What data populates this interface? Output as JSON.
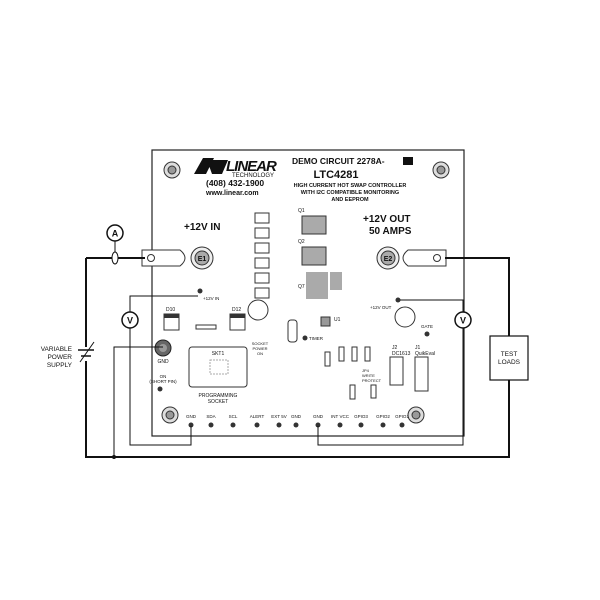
{
  "board": {
    "logo": "LINEAR TECHNOLOGY",
    "title": "DEMO CIRCUIT 2278A-",
    "part": "LTC4281",
    "subtitle": [
      "HIGH CURRENT HOT SWAP CONTROLLER",
      "WITH I2C COMPATIBLE MONITORING",
      "AND EEPROM"
    ],
    "phone": "(408) 432-1900",
    "web": "www.linear.com",
    "in_label": "+12V IN",
    "out_label": [
      "+12V OUT",
      "50 AMPS"
    ],
    "terminals": {
      "e1": "E1",
      "e2": "E2"
    },
    "components": {
      "q1": "Q1",
      "q2": "Q2",
      "q7": "Q7",
      "u1": "U1",
      "d10": "D10",
      "d12": "D12",
      "skt1": "SKT1"
    },
    "small_labels": {
      "in_turret": "+12V IN",
      "out_turret": "+12V OUT",
      "gate": "GATE",
      "timer": "TIMER",
      "gnd": "GND",
      "on": [
        "ON",
        "(SHORT PIN)"
      ],
      "socket": [
        "PROGRAMMING",
        "SOCKET"
      ],
      "socket_power": [
        "SOCKET",
        "POWER",
        "ON"
      ],
      "write_protect": [
        "JP4",
        "WRITE",
        "PROTECT"
      ],
      "j2": [
        "J2",
        "DC1613"
      ],
      "j1": [
        "J1",
        "QuikEval"
      ]
    },
    "bottom_turrets": [
      "GND",
      "SDA",
      "SCL",
      "ALERT",
      "EXT 5V",
      "GND",
      "GND",
      "INT VCC",
      "GPIO3",
      "GPIO2",
      "GPIO1"
    ]
  },
  "external": {
    "ammeter": "A",
    "voltmeter": "V",
    "supply": [
      "VARIABLE",
      "POWER",
      "SUPPLY"
    ],
    "loads": [
      "TEST",
      "LOADS"
    ]
  }
}
